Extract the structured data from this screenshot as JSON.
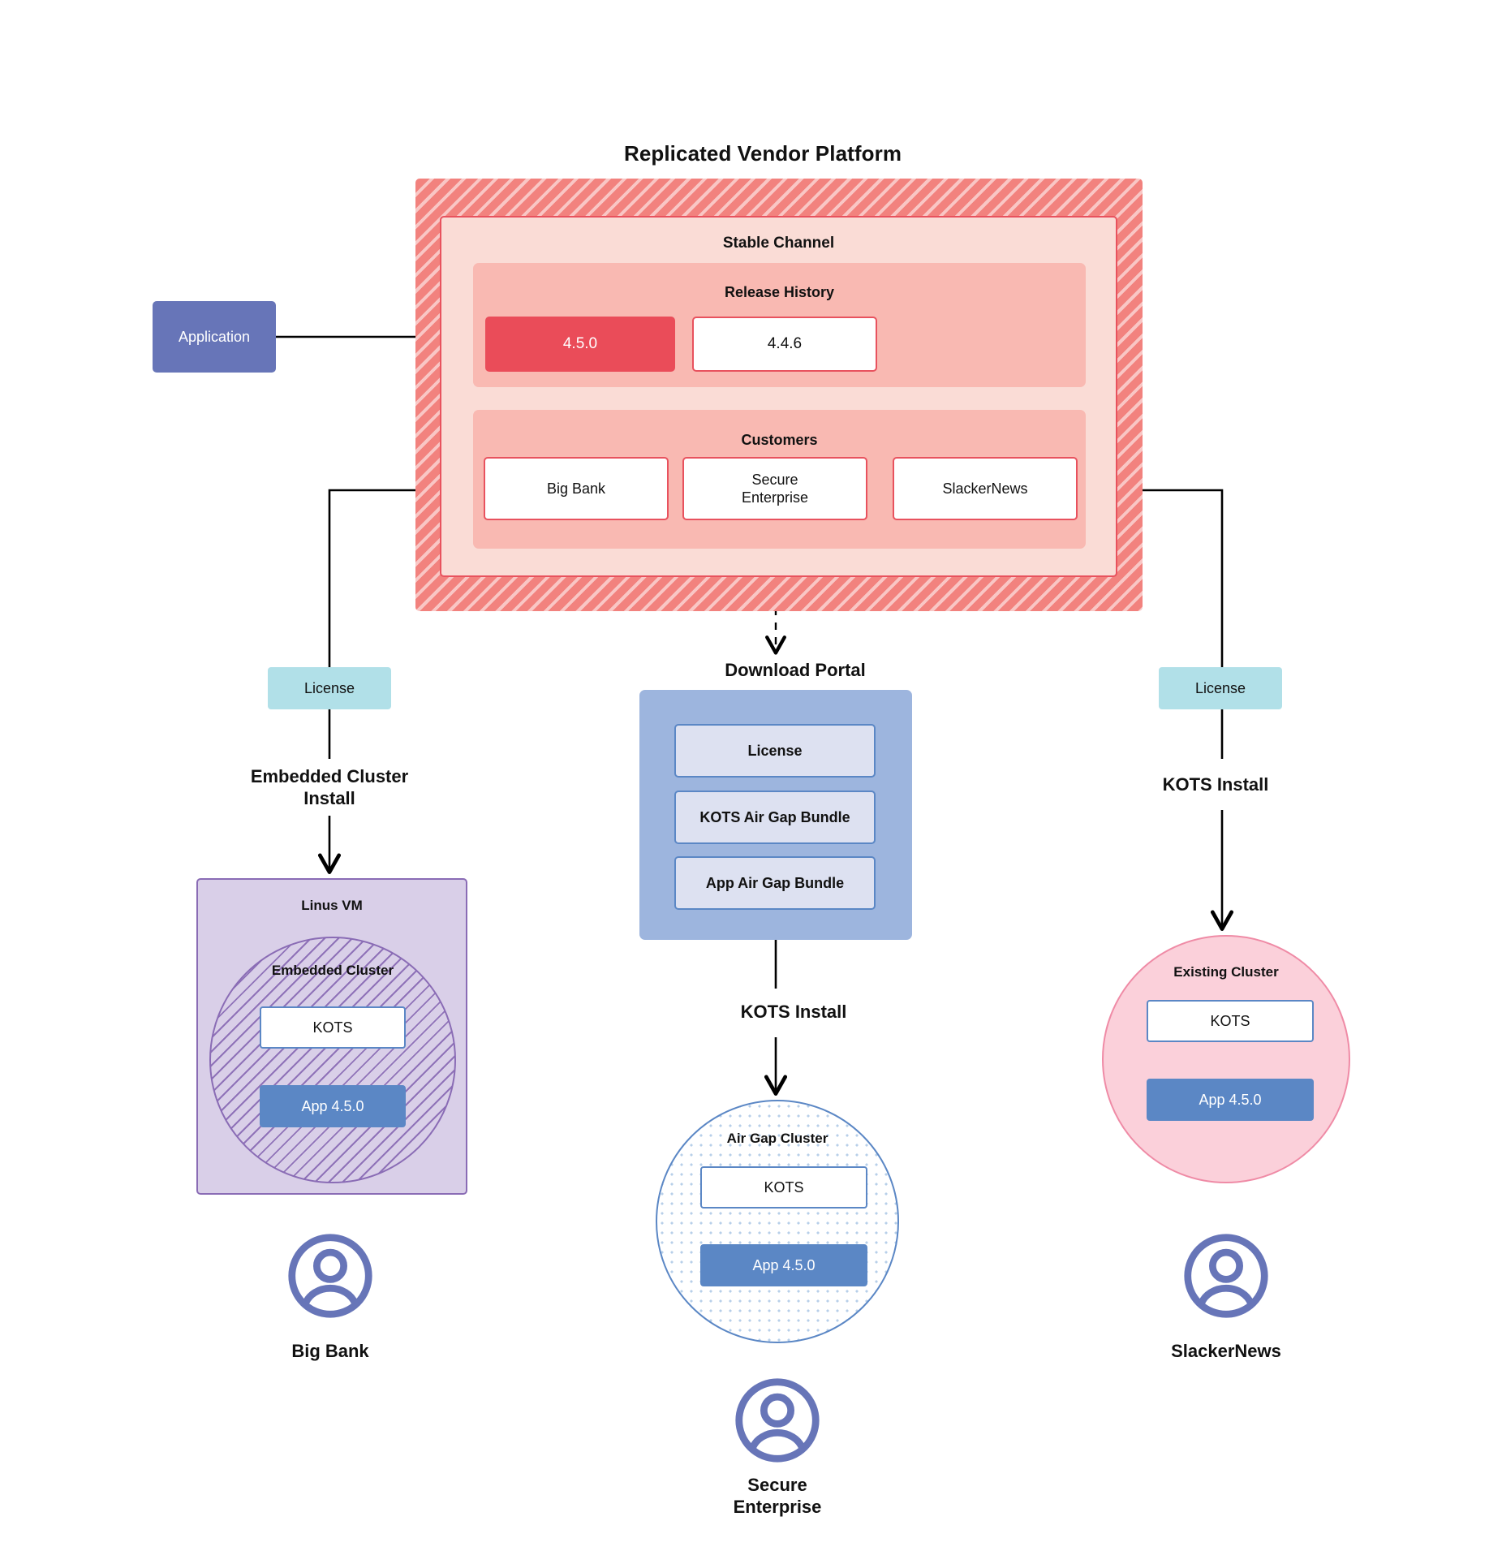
{
  "diagram": {
    "title": "Replicated Vendor Platform",
    "platform": {
      "stable_channel": {
        "title": "Stable Channel",
        "release_history": {
          "title": "Release History",
          "releases": [
            {
              "version": "4.5.0",
              "state": "current"
            },
            {
              "version": "4.4.6",
              "state": "previous"
            }
          ]
        },
        "customers": {
          "title": "Customers",
          "items": [
            {
              "name": "Big Bank"
            },
            {
              "name": "Secure\nEnterprise"
            },
            {
              "name": "SlackerNews"
            }
          ]
        }
      }
    },
    "application": {
      "label": "Application"
    },
    "licenses": {
      "left": "License",
      "right": "License"
    },
    "install_labels": {
      "left": "Embedded Cluster\nInstall",
      "center": "KOTS Install",
      "right": "KOTS Install"
    },
    "download_portal": {
      "title": "Download  Portal",
      "items": [
        "License",
        "KOTS Air Gap Bundle",
        "App Air Gap Bundle"
      ]
    },
    "left_branch": {
      "vm_title": "Linus VM",
      "cluster_title": "Embedded Cluster",
      "kots": "KOTS",
      "app": "App 4.5.0",
      "persona": "Big Bank"
    },
    "center_branch": {
      "cluster_title": "Air Gap Cluster",
      "kots": "KOTS",
      "app": "App 4.5.0",
      "persona": "Secure\nEnterprise"
    },
    "right_branch": {
      "cluster_title": "Existing Cluster",
      "kots": "KOTS",
      "app": "App 4.5.0",
      "persona": "SlackerNews"
    },
    "colors": {
      "platform_hatch": "#f2827e",
      "channel_bg": "#fadcd6",
      "panel_bg": "#f9b9b2",
      "accent_red": "#ea4c59",
      "border_red": "#e8525e",
      "application": "#6775b8",
      "license": "#b1e0e8",
      "portal_bg": "#9db5de",
      "portal_item": "#dde1f1",
      "kots_border": "#5b87c5",
      "app_chip": "#5b87c5",
      "vm_purple": "#d9cfe8",
      "vm_border": "#8a6cb5",
      "existing_cluster": "#fbd0da",
      "existing_cluster_border": "#ef8ba6",
      "persona": "#6775b8"
    }
  }
}
